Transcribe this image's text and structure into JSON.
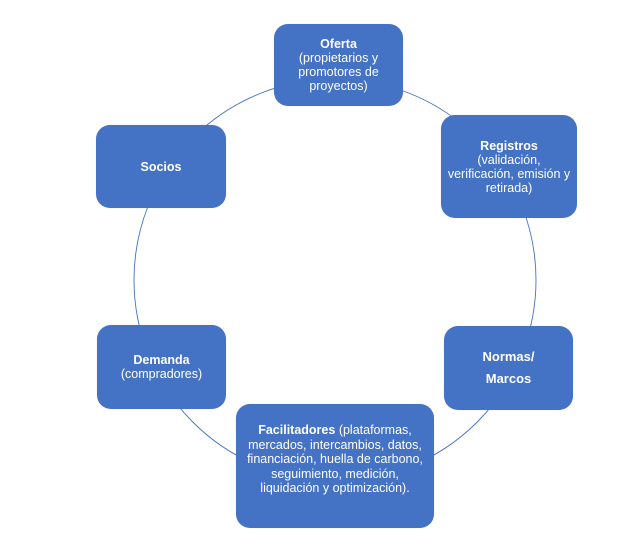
{
  "diagram": {
    "type": "cycle",
    "colors": {
      "node_fill": "#4472c4",
      "node_text": "#ffffff",
      "ring_stroke": "#4472c4",
      "background": "#ffffff"
    },
    "nodes": [
      {
        "id": "oferta",
        "title": "Oferta",
        "description": "(propietarios y promotores de proyectos)"
      },
      {
        "id": "registros",
        "title": "Registros",
        "description": "(validación, verificación, emisión y retirada)"
      },
      {
        "id": "normas",
        "title": "Normas/ Marcos",
        "description": ""
      },
      {
        "id": "facilitadores",
        "title": "Facilitadores",
        "description": " (plataformas, mercados, intercambios, datos, financiación, huella  de carbono, seguimiento, medición, liquidación y optimización)."
      },
      {
        "id": "demanda",
        "title": "Demanda",
        "description": "(compradores)"
      },
      {
        "id": "socios",
        "title": "Socios",
        "description": ""
      }
    ]
  }
}
